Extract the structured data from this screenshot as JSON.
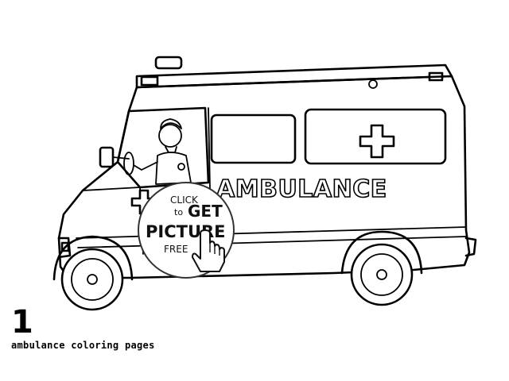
{
  "illustration": {
    "vehicle_label": "AMBULANCE",
    "badge": {
      "line1": "CLICK",
      "line2_small": "to",
      "line2_big": "GET",
      "line3": "PICTURE",
      "line4": "FREE"
    },
    "icons": [
      "ambulance-van",
      "red-cross-symbol",
      "pointing-hand-cursor"
    ]
  },
  "caption": {
    "number": "1",
    "title": "ambulance coloring pages"
  }
}
